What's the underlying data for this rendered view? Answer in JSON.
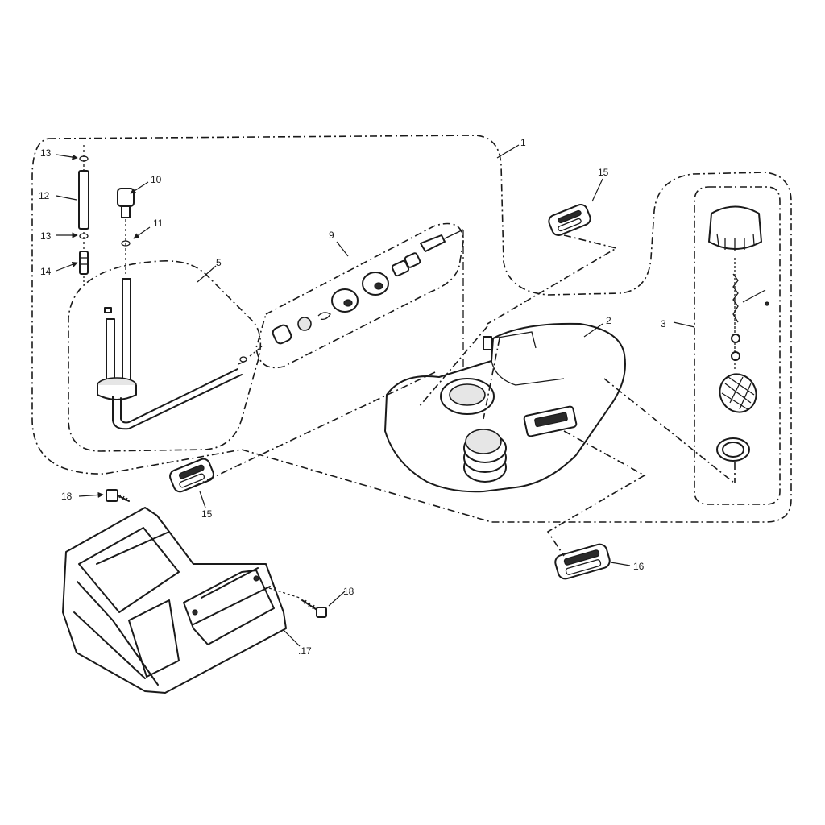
{
  "callouts": {
    "c1": "1",
    "c2": "2",
    "c3": "3",
    "c5": "5",
    "c9": "9",
    "c10": "10",
    "c11": "11",
    "c12": "12",
    "c13a": "13",
    "c13b": "13",
    "c14": "14",
    "c15a": "15",
    "c15b": "15",
    "c16": "16",
    "c17": ".17",
    "c18a": "18",
    "c18b": "18"
  },
  "colors": {
    "ink": "#1a1a1a",
    "paper": "#ffffff"
  }
}
